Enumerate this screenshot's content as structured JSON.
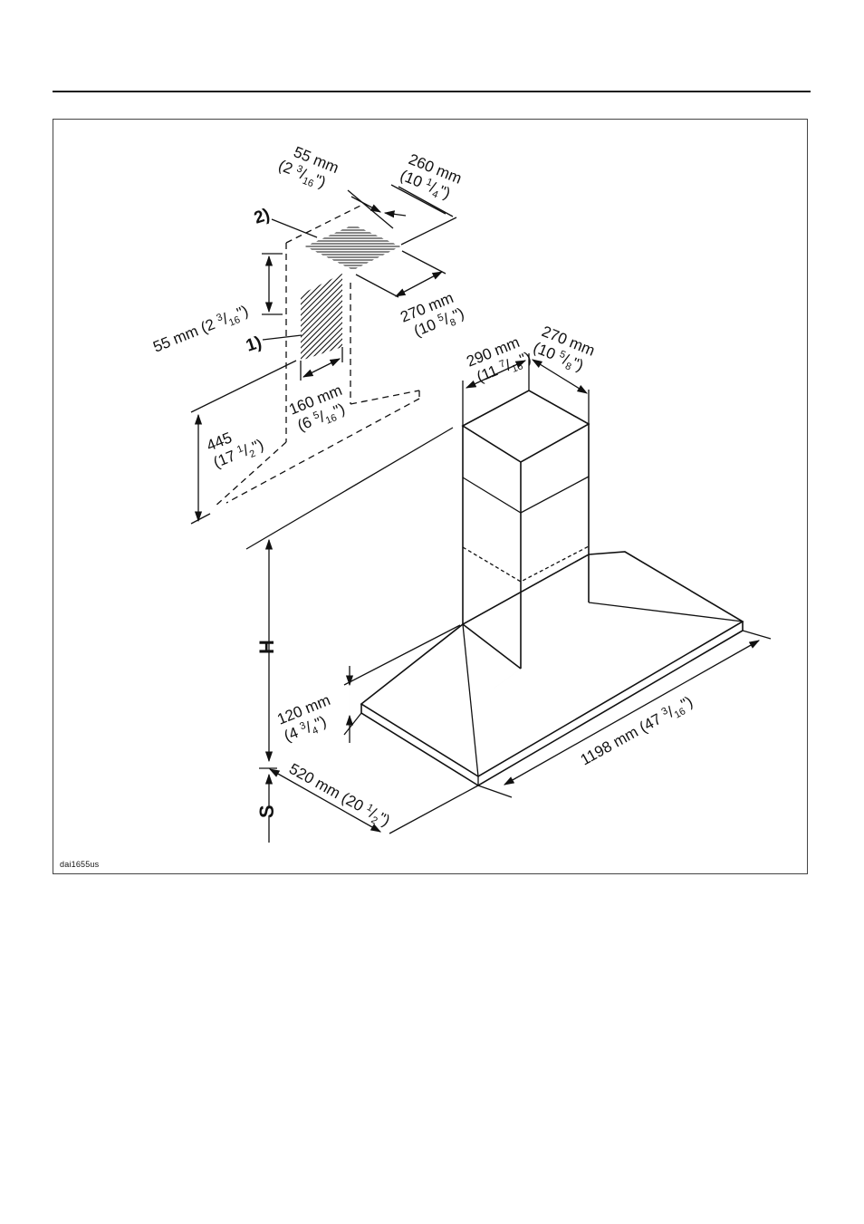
{
  "figure_ref": "dai1655us",
  "callouts": {
    "one": "1)",
    "two": "2)"
  },
  "labels": {
    "H": "H",
    "S": "S"
  },
  "dimensions": {
    "d55_top": {
      "a": "55 mm",
      "b1": "(2 ",
      "b2": "3",
      "b3": "/",
      "b4": "16",
      "b5": "\")"
    },
    "d260": {
      "a": "260 mm",
      "b1": "(10 ",
      "b2": "1",
      "b3": "/",
      "b4": "4",
      "b5": "\")"
    },
    "d270_top": {
      "a": "270 mm",
      "b1": "(10 ",
      "b2": "5",
      "b3": "/",
      "b4": "8",
      "b5": "\")"
    },
    "d55_side": {
      "a": "55 mm (2 ",
      "b2": "3",
      "b3": "/",
      "b4": "16",
      "b5": "\")"
    },
    "d160": {
      "a": "160 mm",
      "b1": "(6 ",
      "b2": "5",
      "b3": "/",
      "b4": "16",
      "b5": "\")"
    },
    "d445": {
      "a": "445",
      "b1": "(17 ",
      "b2": "1",
      "b3": "/",
      "b4": "2",
      "b5": "\")"
    },
    "d290": {
      "a": "290 mm",
      "b1": "(11 ",
      "b2": "7",
      "b3": "/",
      "b4": "16",
      "b5": "\")"
    },
    "d270_chim": {
      "a": "270 mm",
      "b1": "(10 ",
      "b2": "5",
      "b3": "/",
      "b4": "8",
      "b5": "\")"
    },
    "d120": {
      "a": "120 mm",
      "b1": "(4 ",
      "b2": "3",
      "b3": "/",
      "b4": "4",
      "b5": "\")"
    },
    "d520": {
      "a": "520 mm (20 ",
      "b2": "1",
      "b3": "/",
      "b4": "2",
      "b5": "\")"
    },
    "d1198": {
      "a": "1198 mm (47 ",
      "b2": "3",
      "b3": "/",
      "b4": "16",
      "b5": "\")"
    }
  }
}
